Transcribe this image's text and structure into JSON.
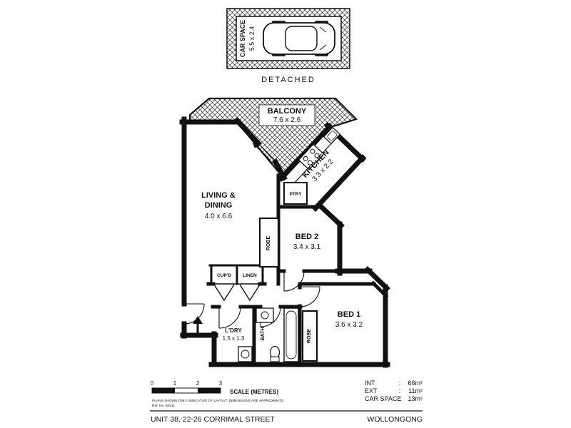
{
  "car_space": {
    "label": "CAR SPACE",
    "dims": "5.5 x 2.4",
    "caption": "DETACHED"
  },
  "rooms": {
    "balcony": {
      "name": "BALCONY",
      "dims": "7.6 x 2.6"
    },
    "kitchen": {
      "name": "KITCHEN",
      "dims": "3.3 x 2.2"
    },
    "living": {
      "name_line1": "LIVING &",
      "name_line2": "DINING",
      "dims": "4.0 x 6.6"
    },
    "bed2": {
      "name": "BED 2",
      "dims": "3.4 x 3.1"
    },
    "bed1": {
      "name": "BED 1",
      "dims": "3.6 x 3.2"
    },
    "laundry": {
      "name": "L'DRY",
      "dims": "1.5 x 1.3"
    },
    "bath": {
      "name": "BATH"
    },
    "robe_bed2": "ROBE",
    "robe_bed1": "ROBE",
    "cupboard": "CUP'D",
    "linen": "LINEN",
    "pantry": "PTRY"
  },
  "scale_bar": {
    "ticks": [
      "0",
      "1",
      "2",
      "3"
    ],
    "label": "SCALE (METRES)",
    "disclaimer_line1": "PLANS SHOWN ONLY INDICATIVE OF LAYOUT.  DIMENSIONS ARE APPROXIMATE.",
    "disclaimer_line2": "Ref. No. 90211"
  },
  "areas": {
    "separator": ":",
    "rows": [
      {
        "label": "INT",
        "value": "66m²"
      },
      {
        "label": "EXT",
        "value": "11m²"
      },
      {
        "label": "CAR SPACE",
        "value": "13m²"
      }
    ]
  },
  "footer": {
    "address": "UNIT 38, 22-26 CORRIMAL STREET",
    "locality": "WOLLONGONG"
  }
}
